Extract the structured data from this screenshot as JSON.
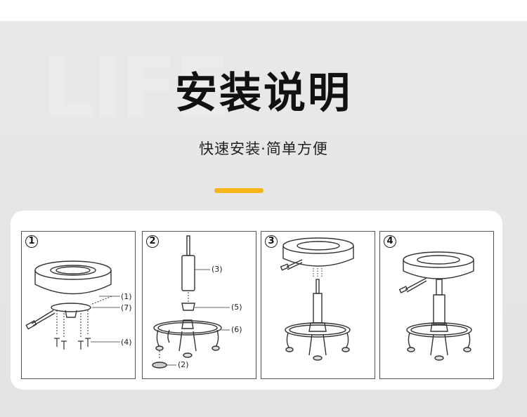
{
  "header": {
    "title": "安装说明",
    "subtitle": "快速安装·简单方便",
    "watermark": "LIFE",
    "accent_color": "#f4b41a"
  },
  "steps": [
    {
      "number": "1",
      "callouts": [
        "(1)",
        "(7)",
        "(4)"
      ]
    },
    {
      "number": "2",
      "callouts": [
        "(3)",
        "(5)",
        "(6)",
        "(2)"
      ]
    },
    {
      "number": "3",
      "callouts": []
    },
    {
      "number": "4",
      "callouts": []
    }
  ]
}
